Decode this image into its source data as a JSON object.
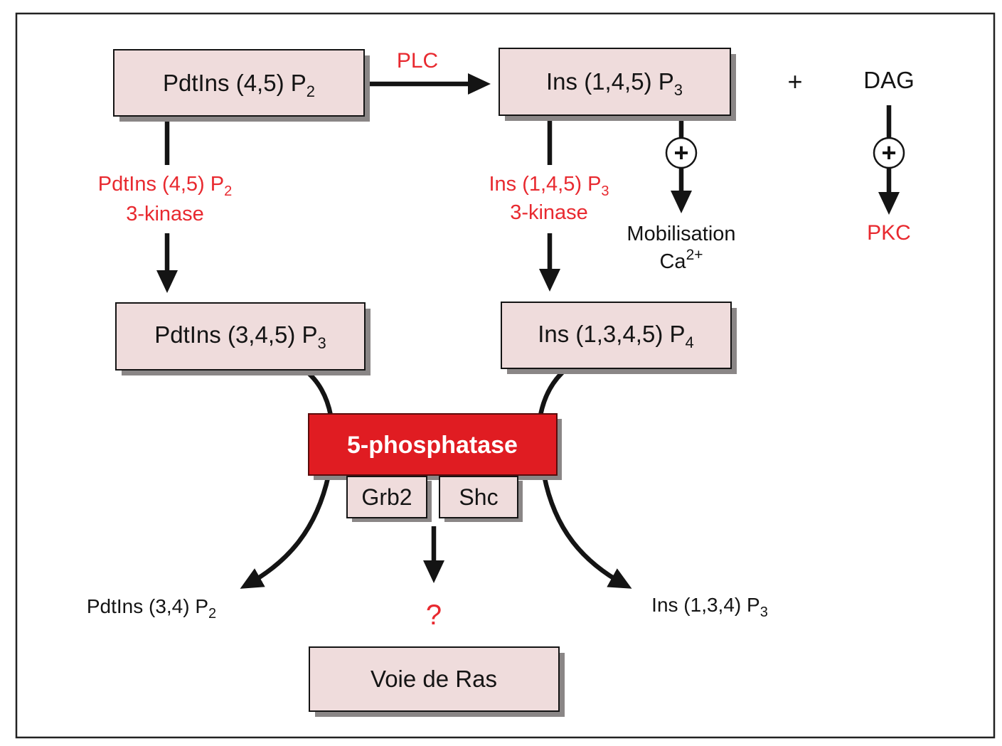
{
  "nodes": {
    "pip2": {
      "text": "PdtIns (4,5) P",
      "sub": "2"
    },
    "ip3": {
      "text": "Ins (1,4,5) P",
      "sub": "3"
    },
    "pip3": {
      "text": "PdtIns (3,4,5) P",
      "sub": "3"
    },
    "ip4": {
      "text": "Ins (1,3,4,5) P",
      "sub": "4"
    },
    "phosphatase": {
      "text": "5-phosphatase"
    },
    "grb2": {
      "text": "Grb2"
    },
    "shc": {
      "text": "Shc"
    },
    "ras": {
      "text": "Voie de Ras"
    }
  },
  "labels": {
    "plc": "PLC",
    "plus": "+",
    "dag": "DAG",
    "pkc": "PKC",
    "activator": "+",
    "mobilisation": "Mobilisation",
    "ca": {
      "text": "Ca",
      "sup": "2+"
    },
    "pip2_kinase": {
      "line1": "PdtIns (4,5) P",
      "sub": "2",
      "line2": "3-kinase"
    },
    "ip3_kinase": {
      "line1": "Ins (1,4,5) P",
      "sub": "3",
      "line2": "3-kinase"
    },
    "ptdins_34_p2": {
      "text": "PdtIns (3,4) P",
      "sub": "2"
    },
    "ins_134_p3": {
      "text": "Ins (1,3,4) P",
      "sub": "3"
    },
    "question": "?"
  },
  "colors": {
    "box_fill": "#efdcdc",
    "shadow": "#8a8686",
    "enzyme_text": "#e8292f",
    "phosphatase_fill": "#e01c22",
    "ink": "#141414"
  }
}
